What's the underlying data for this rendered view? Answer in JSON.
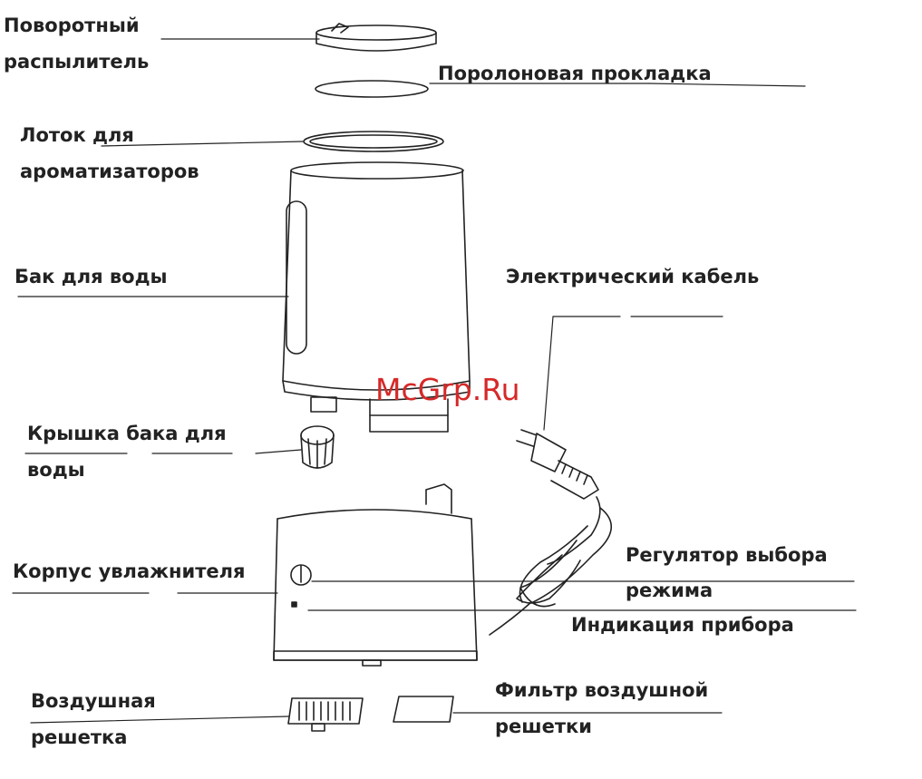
{
  "labels": {
    "rotary_sprayer": [
      "Поворотный",
      "распылитель"
    ],
    "foam_gasket": "Поролоновая прокладка",
    "aroma_tray": [
      "Лоток для",
      "ароматизаторов"
    ],
    "water_tank": "Бак для воды",
    "electric_cable": "Электрический кабель",
    "tank_cap": [
      "Крышка бака для",
      "воды"
    ],
    "humidifier_body": "Корпус увлажнителя",
    "mode_selector": [
      "Регулятор выбора",
      "режима"
    ],
    "device_indicator": "Индикация прибора",
    "air_grille": [
      "Воздушная",
      "решетка"
    ],
    "grille_filter": [
      "Фильтр воздушной",
      "решетки"
    ]
  },
  "watermark": "McGrp.Ru",
  "colors": {
    "line": "#222222",
    "text": "#222222",
    "watermark": "#d62828"
  }
}
